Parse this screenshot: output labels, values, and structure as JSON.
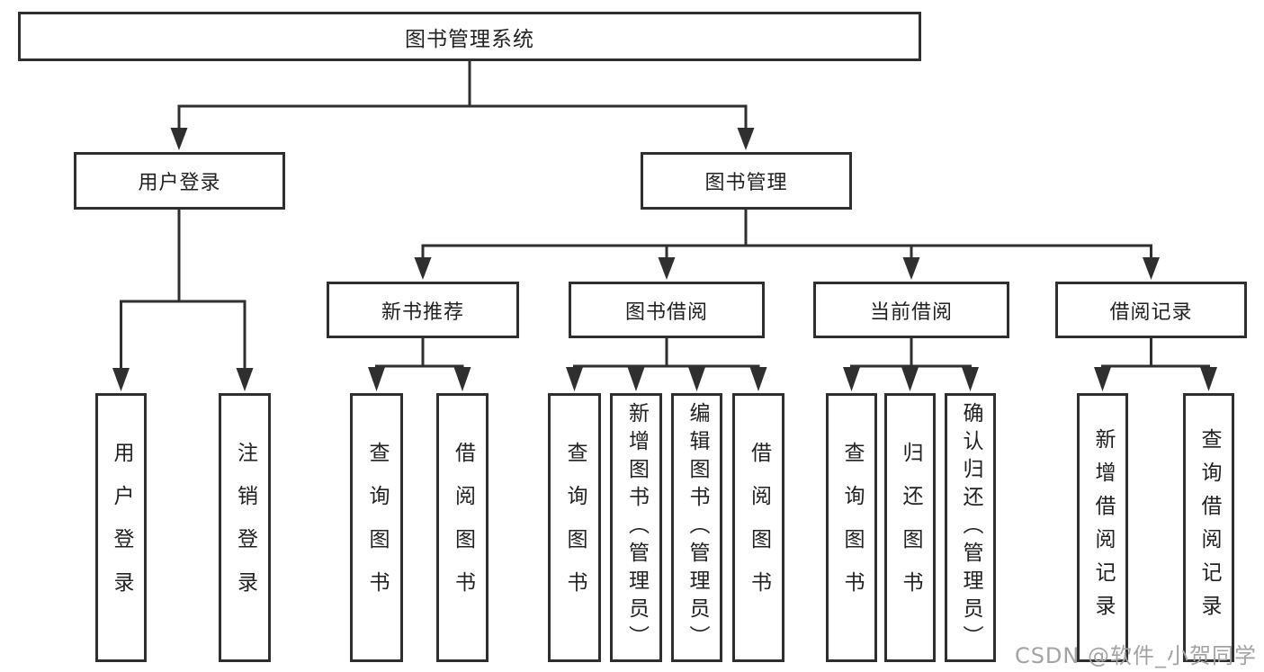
{
  "diagram": {
    "title": "图书管理系统",
    "branches": [
      {
        "label": "用户登录",
        "children": [
          {
            "label": "用户登录"
          },
          {
            "label": "注销登录"
          }
        ]
      },
      {
        "label": "图书管理",
        "groups": [
          {
            "label": "新书推荐",
            "children": [
              {
                "label": "查询图书"
              },
              {
                "label": "借阅图书"
              }
            ]
          },
          {
            "label": "图书借阅",
            "children": [
              {
                "label": "查询图书"
              },
              {
                "label": "新增图书（管理员）"
              },
              {
                "label": "编辑图书（管理员）"
              },
              {
                "label": "借阅图书"
              }
            ]
          },
          {
            "label": "当前借阅",
            "children": [
              {
                "label": "查询图书"
              },
              {
                "label": "归还图书"
              },
              {
                "label": "确认归还（管理员）"
              }
            ]
          },
          {
            "label": "借阅记录",
            "children": [
              {
                "label": "新增借阅记录"
              },
              {
                "label": "查询借阅记录"
              }
            ]
          }
        ]
      }
    ]
  },
  "watermark": {
    "text": "CSDN @软件_小贺同学"
  },
  "colors": {
    "line": "#2f2f2f",
    "box_border": "#2f2f2f",
    "text": "#212121",
    "watermark": "#a3a3a3",
    "background": "#ffffff"
  }
}
